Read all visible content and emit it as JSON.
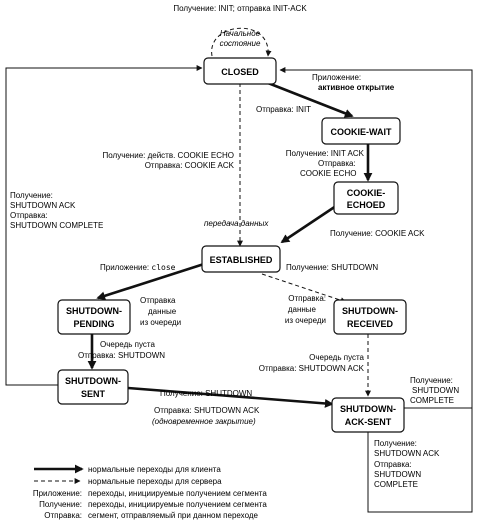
{
  "title": "Получение: INIT; отправка INIT-ACK",
  "states": {
    "closed": "CLOSED",
    "cookie_wait": "COOKIE-WAIT",
    "cookie_echoed_1": "COOKIE-",
    "cookie_echoed_2": "ECHOED",
    "established": "ESTABLISHED",
    "shutdown_pending_1": "SHUTDOWN-",
    "shutdown_pending_2": "PENDING",
    "shutdown_received_1": "SHUTDOWN-",
    "shutdown_received_2": "RECEIVED",
    "shutdown_sent_1": "SHUTDOWN-",
    "shutdown_sent_2": "SENT",
    "shutdown_ack_sent_1": "SHUTDOWN-",
    "shutdown_ack_sent_2": "ACK-SENT"
  },
  "labels": {
    "initial_1": "Начальное",
    "initial_2": "состояние",
    "app_active_1": "Приложение:",
    "app_active_2": "активное открытие",
    "send_init": "Отправка: INIT",
    "recv_cookie_echo_1": "Получение: действ. COOKIE ECHO",
    "recv_cookie_echo_2": "Отправка: COOKIE ACK",
    "recv_init_ack_1": "Получение: INIT ACK",
    "recv_init_ack_2": "Отправка:",
    "recv_init_ack_3": "COOKIE ECHO",
    "left_recv_1": "Получение:",
    "left_recv_2": "SHUTDOWN ACK",
    "left_recv_3": "Отправка:",
    "left_recv_4": "SHUTDOWN COMPLETE",
    "data_transfer": "передача данных",
    "recv_cookie_ack": "Получение: COOKIE ACK",
    "app_close_prefix": "Приложение: ",
    "app_close_cmd": "close",
    "recv_shutdown": "Получение: SHUTDOWN",
    "pending_send_1": "Отправка",
    "pending_send_2": "данные",
    "pending_send_3": "из очереди",
    "received_send_1": "Отправка:",
    "received_send_2": "данные",
    "received_send_3": "из очереди",
    "queue_empty_1": "Очередь пуста",
    "queue_empty_2": "Отправка: SHUTDOWN",
    "queue_empty_r1": "Очередь пуста",
    "queue_empty_r2": "Отправка: SHUTDOWN ACK",
    "sent_recv_shutdown": "Получение: SHUTDOWN",
    "sent_send_ack": "Отправка: SHUTDOWN ACK",
    "simultaneous": "(одновременное закрытие)",
    "ack_recv_complete_1": "Получение:",
    "ack_recv_complete_2": "SHUTDOWN",
    "ack_recv_complete_3": "COMPLETE",
    "bottom_recv_1": "Получение:",
    "bottom_recv_2": "SHUTDOWN ACK",
    "bottom_recv_3": "Отправка:",
    "bottom_recv_4": "SHUTDOWN",
    "bottom_recv_5": "COMPLETE"
  },
  "legend": {
    "client": "нормальные переходы для клиента",
    "server": "нормальные переходы для сервера",
    "app_key": "Приложение:",
    "app_desc": "переходы, инициируемые получением сегмента",
    "recv_key": "Получение:",
    "recv_desc": "переходы, инициируемые получением сегмента",
    "send_key": "Отправка:",
    "send_desc": "сегмент, отправляемый при данном переходе"
  }
}
